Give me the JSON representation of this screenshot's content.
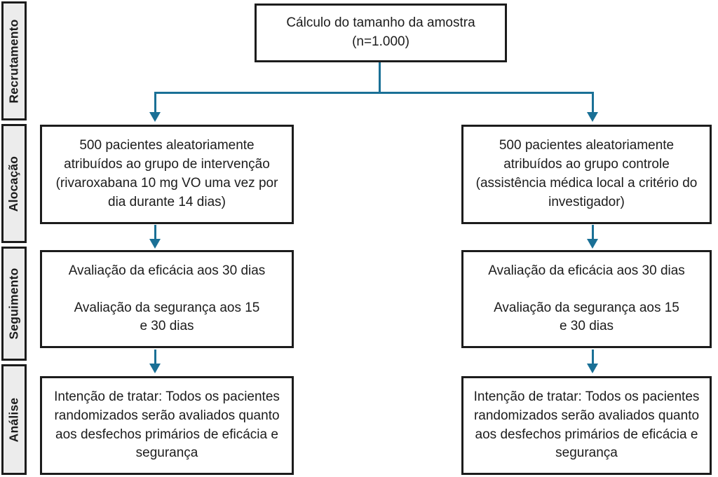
{
  "diagram": {
    "stages": [
      {
        "label": "Recrutamento"
      },
      {
        "label": "Alocação"
      },
      {
        "label": "Seguimento"
      },
      {
        "label": "Análise"
      }
    ],
    "enrollment": {
      "title": "Cálculo do tamanho da amostra",
      "sample_n": "(n=1.000)"
    },
    "allocation": {
      "intervention": "500 pacientes aleatoriamente atribuídos ao grupo de intervenção (rivaroxabana 10 mg VO uma vez por dia durante 14 dias)",
      "control": "500 pacientes aleatoriamente atribuídos ao grupo controle (assistência médica local a critério do investigador)"
    },
    "followup": {
      "efficacy": "Avaliação da eficácia aos 30 dias",
      "safety": "Avaliação da segurança aos 15 e 30 dias"
    },
    "analysis": {
      "text": "Intenção de tratar: Todos os pacientes randomizados serão avaliados quanto aos desfechos primários de eficácia e segurança"
    },
    "colors": {
      "arrow": "#1a7096",
      "border": "#1c1c1c",
      "stage_bg": "#ececec"
    }
  }
}
